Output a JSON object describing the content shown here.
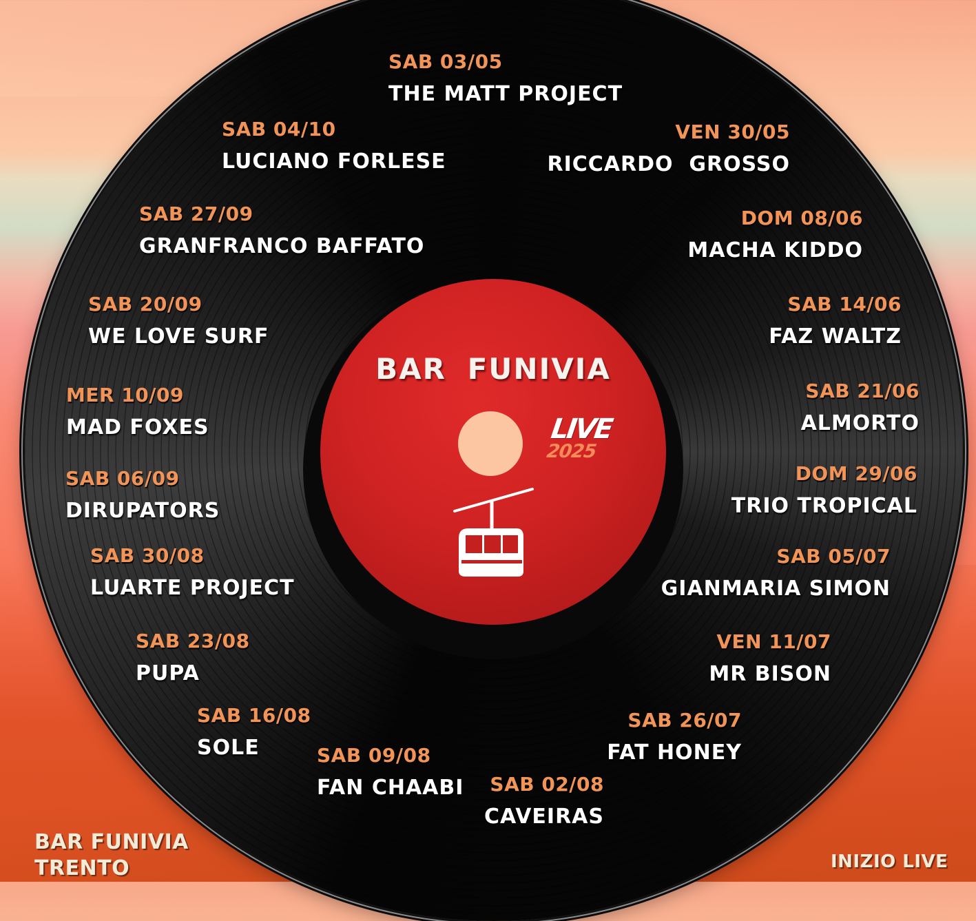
{
  "poster": {
    "venue_title": "BAR  FUNIVIA",
    "badge": {
      "live": "LIVE",
      "year": "2025"
    },
    "icons": {
      "sun": "sun-circle-icon",
      "cablecar": "cable-car-icon"
    },
    "colors": {
      "date": "#f29457",
      "name": "#ffffff",
      "label_red": "#d42424",
      "sun": "#fcc6a3",
      "vinyl": "#050505",
      "footer_text": "#f3ead7"
    }
  },
  "events": [
    {
      "date": "SAB 03/05",
      "name": "THE MATT PROJECT"
    },
    {
      "date": "VEN 30/05",
      "name": "RICCARDO  GROSSO"
    },
    {
      "date": "DOM 08/06",
      "name": "MACHA KIDDO"
    },
    {
      "date": "SAB 14/06",
      "name": "FAZ WALTZ"
    },
    {
      "date": "SAB 21/06",
      "name": "ALMORTO"
    },
    {
      "date": "DOM 29/06",
      "name": "TRIO TROPICAL"
    },
    {
      "date": "SAB 05/07",
      "name": "GIANMARIA SIMON"
    },
    {
      "date": "VEN 11/07",
      "name": "MR BISON"
    },
    {
      "date": "SAB 26/07",
      "name": "FAT HONEY"
    },
    {
      "date": "SAB 02/08",
      "name": "CAVEIRAS"
    },
    {
      "date": "SAB 09/08",
      "name": "FAN CHAABI"
    },
    {
      "date": "SAB 16/08",
      "name": "SOLE"
    },
    {
      "date": "SAB 23/08",
      "name": "PUPA"
    },
    {
      "date": "SAB 30/08",
      "name": "LUARTE PROJECT"
    },
    {
      "date": "SAB 06/09",
      "name": "DIRUPATORS"
    },
    {
      "date": "MER 10/09",
      "name": "MAD FOXES"
    },
    {
      "date": "SAB 20/09",
      "name": "WE LOVE SURF"
    },
    {
      "date": "SAB 27/09",
      "name": "GRANFRANCO BAFFATO"
    },
    {
      "date": "SAB 04/10",
      "name": "LUCIANO FORLESE"
    }
  ],
  "footer": {
    "left_line1": "BAR FUNIVIA",
    "left_line2": "TRENTO",
    "right": "INIZIO LIVE"
  }
}
